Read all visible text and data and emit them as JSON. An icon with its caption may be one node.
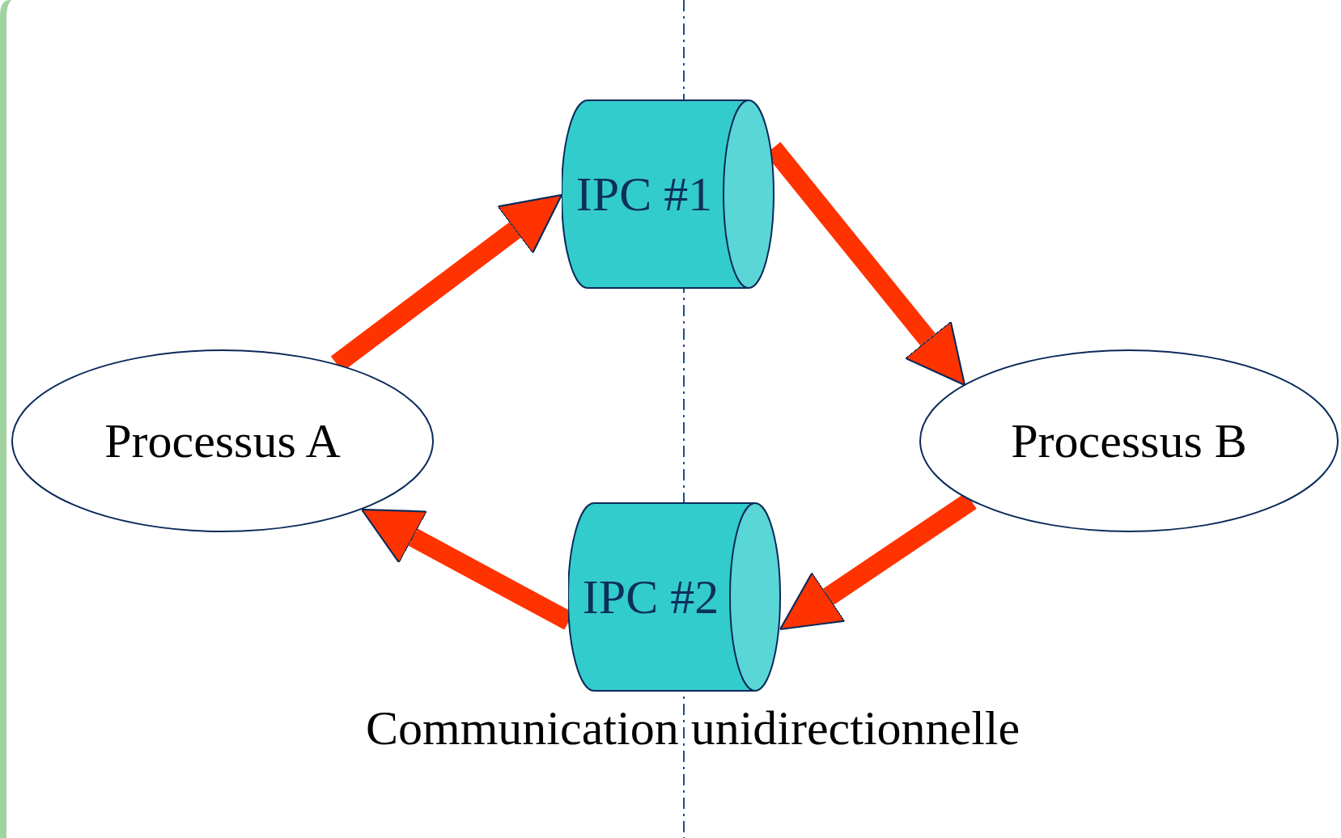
{
  "diagram": {
    "nodes": [
      {
        "text": [
          "IPC #1"
        ]
      },
      {
        "text": [
          "Processus A"
        ]
      },
      {
        "text": [
          "Processus B"
        ]
      },
      {
        "text": [
          "IPC #2"
        ]
      }
    ],
    "edges": [
      {
        "from": 1,
        "to": 0,
        "arrow": "to"
      },
      {
        "from": 0,
        "to": 2,
        "arrow": "to"
      },
      {
        "from": 2,
        "to": 3,
        "arrow": "to"
      },
      {
        "from": 3,
        "to": 1,
        "arrow": "to"
      }
    ],
    "labels": [
      "Communication unidirectionnelle"
    ]
  }
}
